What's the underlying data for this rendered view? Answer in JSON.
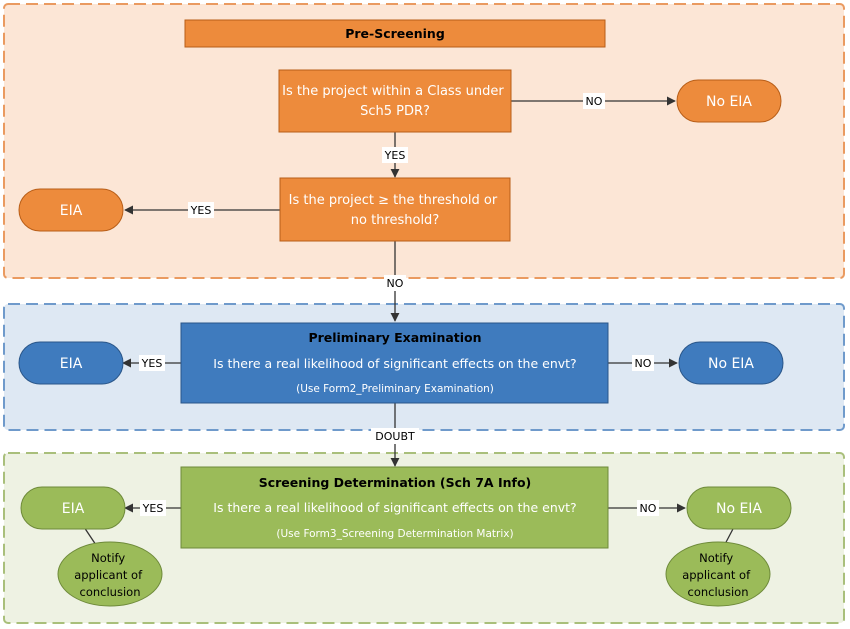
{
  "colors": {
    "orange_fill": "#ED8B3C",
    "orange_stroke": "#B85E18",
    "orange_panel_fill": "#FCE6D6",
    "orange_panel_stroke": "#EA9A60",
    "blue_fill": "#3F7BBE",
    "blue_stroke": "#2A5689",
    "blue_panel_fill": "#DEE8F3",
    "blue_panel_stroke": "#6F9ACB",
    "green_fill": "#9BBB59",
    "green_stroke": "#6E8A3A",
    "green_panel_fill": "#EEF2E3",
    "green_panel_stroke": "#A9BF7B",
    "edge": "#333333"
  },
  "sections": {
    "pre_screening": {
      "title": "Pre-Screening",
      "q_class": [
        "Is the project within a Class under",
        "Sch5 PDR?"
      ],
      "q_threshold": [
        "Is the project ≥ the threshold or",
        "no threshold?"
      ],
      "out_no": "No EIA",
      "out_eia": "EIA"
    },
    "preliminary": {
      "title": "Preliminary Examination",
      "question": "Is there a real likelihood of significant effects on the envt?",
      "note": "(Use Form2_Preliminary Examination)",
      "out_eia": "EIA",
      "out_no": "No EIA"
    },
    "screening": {
      "title": "Screening Determination (Sch 7A Info)",
      "question": "Is there a real likelihood of significant effects on the envt?",
      "note": "(Use Form3_Screening Determination Matrix)",
      "out_eia": "EIA",
      "out_no": "No EIA",
      "notify_left": [
        "Notify",
        "applicant of",
        "conclusion"
      ],
      "notify_right": [
        "Notify",
        "applicant of",
        "conclusion"
      ]
    }
  },
  "edge_labels": {
    "no_class": "NO",
    "yes_class": "YES",
    "yes_threshold": "YES",
    "no_threshold": "NO",
    "yes_prelim": "YES",
    "no_prelim": "NO",
    "doubt": "DOUBT",
    "yes_screen": "YES",
    "no_screen": "NO"
  }
}
